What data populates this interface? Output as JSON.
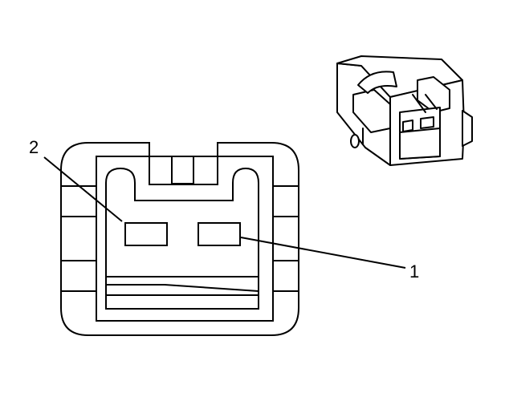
{
  "diagram": {
    "callouts": [
      {
        "id": "terminal-1",
        "label": "1"
      },
      {
        "id": "terminal-2",
        "label": "2"
      }
    ],
    "colors": {
      "line": "#000000",
      "background": "#ffffff"
    }
  }
}
